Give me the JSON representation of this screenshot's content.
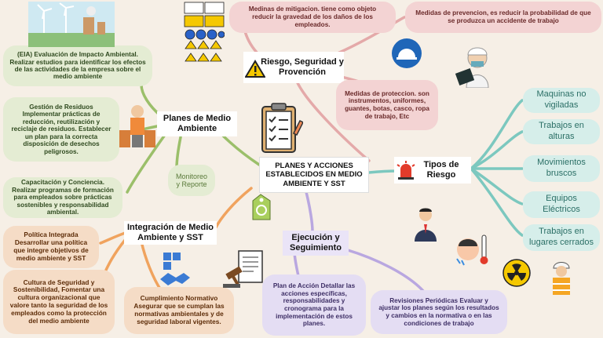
{
  "center": {
    "title": "PLANES Y ACCIONES ESTABLECIDOS EN MEDIO AMBIENTE Y SST"
  },
  "riesgo": {
    "title": "Riesgo, Seguridad y Provención",
    "mitigacion": "Medinas de mitigacion. tiene como objeto reducir la gravedad de los daños de los empleados.",
    "prevencion": "Medidas de prevencion, es reducir la probabilidad de que se produzca un accidente de trabajo",
    "proteccion": "Medidas de proteccion. son instrumentos, uniformes, guantes, botas, casco, ropa de trabajo, Etc"
  },
  "planes": {
    "title": "Planes de Medio Ambiente",
    "eia": "(EIA) Evaluación de Impacto Ambiental. Realizar estudios para identificar los efectos de las actividades de la empresa sobre el medio ambiente",
    "residuos": "Gestión de Residuos Implementar prácticas de reducción, reutilización y reciclaje de residuos. Establecer un plan para la correcta disposición de desechos peligrosos.",
    "monitoreo": "Monitoreo y Reporte",
    "capacitacion": "Capacitación y Conciencia. Realizar programas de formación para empleados sobre prácticas sostenibles y responsabilidad ambiental."
  },
  "integracion": {
    "title": "Integración de Medio Ambiente y SST",
    "politica": "Política Integrada Desarrollar una política que integre objetivos de medio ambiente y SST",
    "cultura": "Cultura de Seguridad y Sostenibilidad, Fomentar una cultura organizacional que valore tanto la seguridad de los empleados como la protección del medio ambiente",
    "cumplimiento": "Cumplimiento Normativo Asegurar que se cumplan las normativas ambientales y de seguridad laboral vigentes."
  },
  "ejecucion": {
    "title": "Ejecución y Seguimiento",
    "plan": "Plan de Acción Detallar las acciones específicas, responsabilidades y cronograma para la implementación de estos planes.",
    "revisiones": "Revisiones Periódicas Evaluar y ajustar los planes según los resultados y cambios en la normativa o en las condiciones de trabajo"
  },
  "tipos": {
    "title": "Tipos de Riesgo",
    "items": [
      "Maquinas no vigiladas",
      "Trabajos en alturas",
      "Movimientos bruscos",
      "Equipos Eléctricos",
      "Trabajos en lugares cerrados"
    ]
  },
  "colors": {
    "green": "#9bbf6a",
    "pink": "#e4a9a9",
    "lavender": "#b9a7e0",
    "orange": "#f0a35e",
    "teal": "#7cc8bf"
  }
}
